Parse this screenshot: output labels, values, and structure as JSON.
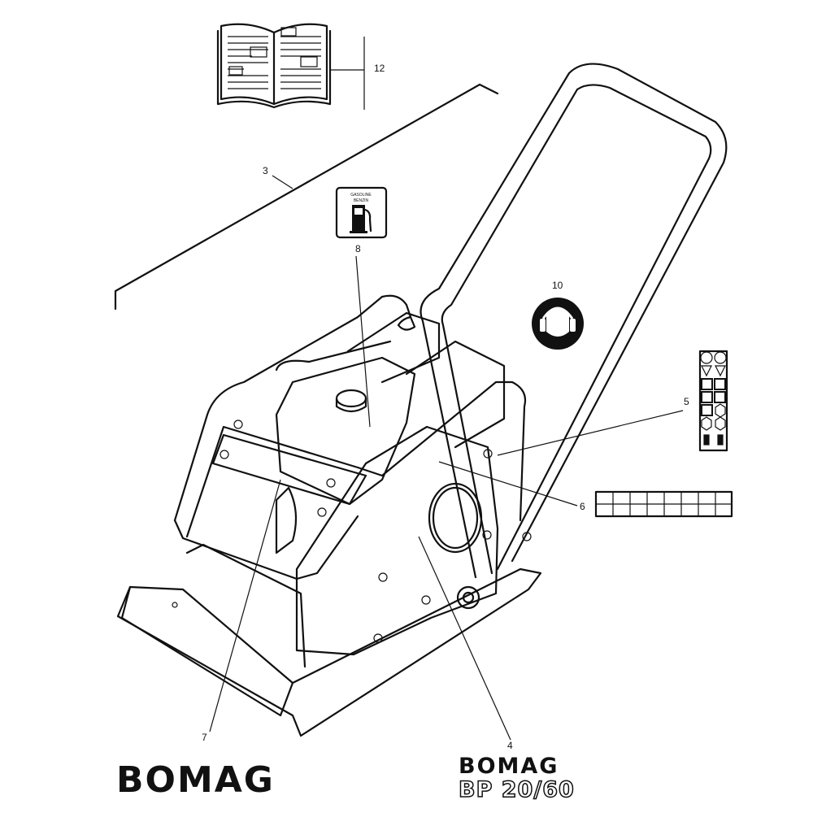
{
  "callouts": {
    "manual": "12",
    "decal_strip": "3",
    "fuel_decal": "8",
    "ear_protection": "10",
    "instruction_decal": "5",
    "grid_decal": "6",
    "front_cover": "7",
    "side_cover": "4"
  },
  "fuel_decal_text": {
    "line1": "GASOLINE",
    "line2": "BENZIN"
  },
  "logo_left": "BOMAG",
  "logo_right": {
    "brand": "BOMAG",
    "model": "BP 20/60"
  },
  "colors": {
    "ink": "#111111",
    "paper": "#ffffff"
  }
}
